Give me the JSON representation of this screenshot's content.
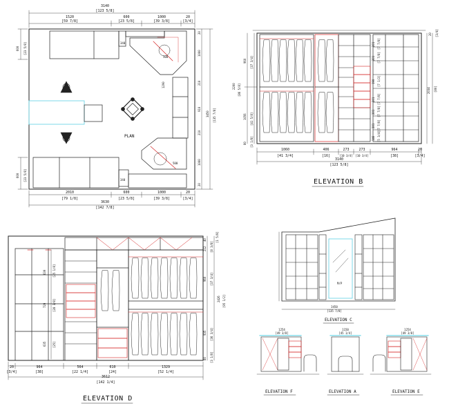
{
  "colors": {
    "line": "#222222",
    "red": "#d42020",
    "cyan": "#6fd6e6",
    "thin": "#555555"
  },
  "plan": {
    "title": "PLAN",
    "top_total": "3140",
    "top_total_in": "[123 5/8]",
    "top_segs": [
      [
        "1520",
        "[59 7/8]"
      ],
      [
        "600",
        "[23 5/8]"
      ],
      [
        "1000",
        "[39 3/8]"
      ],
      [
        "20",
        "[3/4]"
      ]
    ],
    "bot_segs": [
      [
        "2010",
        "[79 1/8]"
      ],
      [
        "600",
        "[23 5/8]"
      ],
      [
        "1000",
        "[39 3/8]"
      ],
      [
        "20",
        "[3/4]"
      ]
    ],
    "bot_total": "3630",
    "bot_total_in": "[142 7/8]",
    "left_top": [
      "600",
      "[23 5/8]"
    ],
    "left_bot": [
      "600",
      "[23 5/8]"
    ],
    "right_total": "3450",
    "right_total_in": "[135 7/8]",
    "right_segs": [
      "20",
      "1000",
      "210",
      "910",
      "210",
      "1000",
      "20"
    ],
    "inner": [
      "340",
      "1290",
      "500",
      "500",
      "340"
    ]
  },
  "elev_b": {
    "title": "ELEVATION B",
    "left_dims": [
      [
        "960",
        "[37 3/4]"
      ],
      [
        "2200",
        "[86 5/8]"
      ],
      [
        "1056",
        "[41 5/8]"
      ],
      [
        "80",
        "[3 1/8]"
      ]
    ],
    "right_dims": [
      [
        "20",
        "[3/4]"
      ],
      [
        "2034",
        "[80]"
      ],
      [
        "201",
        "[7 7/8]"
      ],
      [
        "201",
        "[7 7/8]"
      ],
      [
        "190",
        "[7 1/2]"
      ],
      [
        "201",
        "[7 7/8]"
      ],
      [
        "201",
        "[7 7/8]"
      ],
      [
        "201",
        "[7 7/8]"
      ],
      [
        "146",
        "[5 3/4]"
      ]
    ],
    "bot_segs": [
      [
        "1060",
        "[41 3/4]"
      ],
      [
        "406",
        "[16]"
      ],
      [
        "273",
        "[10 3/4]"
      ],
      [
        "273",
        "[10 3/4]"
      ],
      [
        "964",
        "[38]"
      ],
      [
        "20",
        "[3/4]"
      ]
    ],
    "total": "3140",
    "total_in": "[123 5/8]"
  },
  "elev_d": {
    "title": "ELEVATION D",
    "inner_dims": [
      [
        "639",
        "[25 1/8]"
      ],
      [
        "720",
        "[28 3/8]"
      ],
      [
        "635",
        "[25]"
      ]
    ],
    "right_dims": [
      [
        "40",
        "[1 5/8]"
      ],
      [
        "212",
        "[8 3/8]"
      ],
      [
        "960",
        "[37 3/4]"
      ],
      [
        "2426",
        "[95 1/2]"
      ],
      [
        "935",
        "[36 3/4]"
      ],
      [
        "80",
        "[3 1/8]"
      ]
    ],
    "bot_segs": [
      [
        "20",
        "[3/4]"
      ],
      [
        "964",
        "[38]"
      ],
      [
        "564",
        "[22 1/4]"
      ],
      [
        "610",
        "[24]"
      ],
      [
        "1329",
        "[52 1/4]"
      ]
    ],
    "total": "3612",
    "total_in": "[142 1/4]"
  },
  "elev_c": {
    "title": "ELEVATION C",
    "total": "3450",
    "total_in": "[135 7/8]",
    "mirror": "M/P"
  },
  "elev_f": {
    "title": "ELEVATION F",
    "top": "1254",
    "top_in": "[49 3/8]"
  },
  "elev_a": {
    "title": "ELEVATION A",
    "top": "1150",
    "top_in": "[45 1/4]"
  },
  "elev_e": {
    "title": "ELEVATION E",
    "top": "1254",
    "top_in": "[49 3/8]"
  }
}
